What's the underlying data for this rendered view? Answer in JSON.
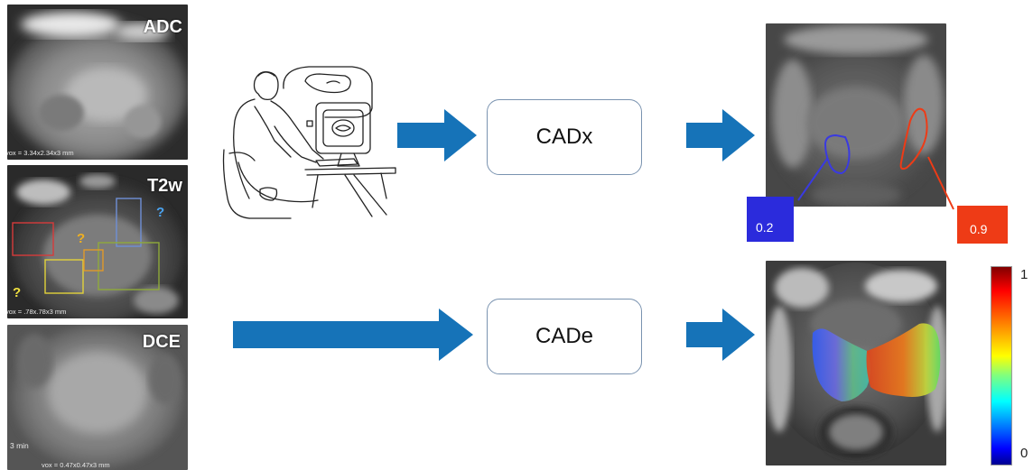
{
  "inputs": {
    "adc": {
      "label": "ADC",
      "vox": "vox = 3.34x2.34x3 mm"
    },
    "t2w": {
      "label": "T2w",
      "vox": "vox = .78x.78x3 mm",
      "question_mark": "?"
    },
    "dce": {
      "label": "DCE",
      "time": "3 min",
      "vox": "vox = 0.47x0.47x3 mm"
    }
  },
  "process": {
    "cadx": "CADx",
    "cade": "CADe"
  },
  "cadx_output": {
    "scores": [
      "0.2",
      "0.9"
    ],
    "colors": {
      "low": "#2b2bdc",
      "high": "#ee3b16"
    }
  },
  "cade_output": {
    "colorbar": {
      "max_label": "1",
      "min_label": "0"
    }
  },
  "colors": {
    "arrow": "#1673b8",
    "box_border": "#7a93b0"
  }
}
